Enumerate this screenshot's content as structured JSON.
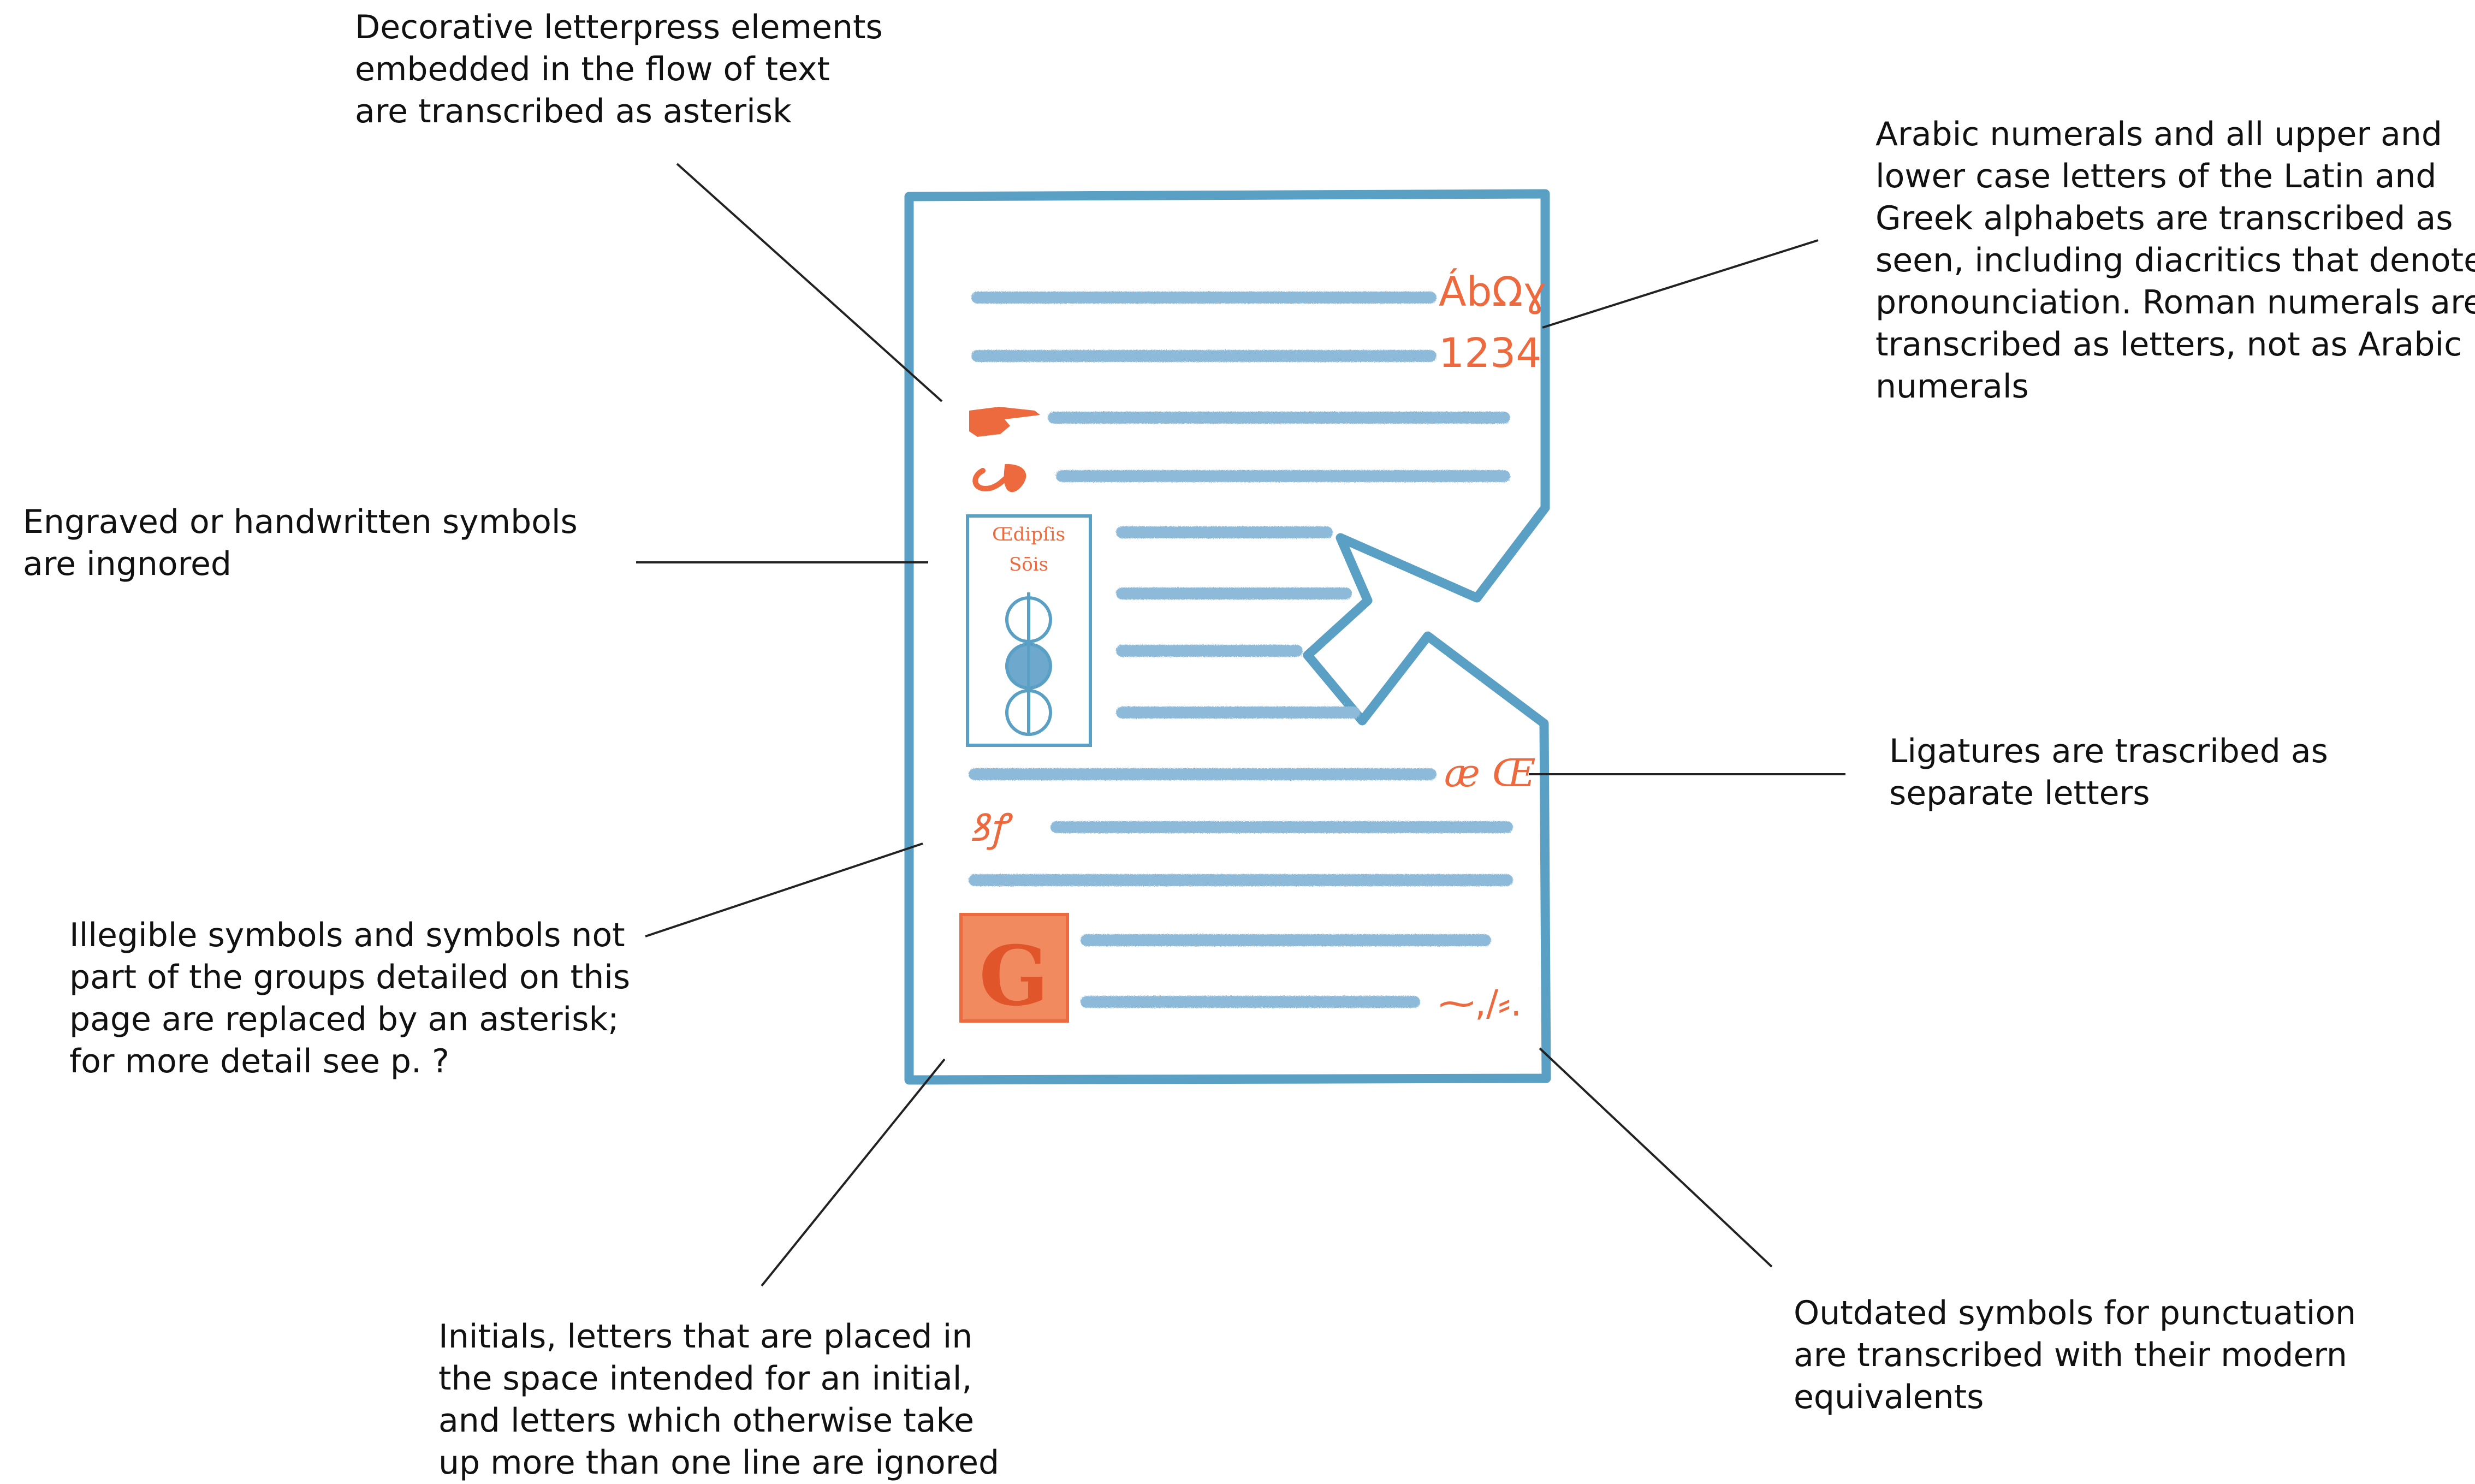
{
  "annotations": [
    {
      "id": "decorative",
      "lines": [
        "Decorative letterpress elements",
        "embedded in the flow of text",
        "are transcribed as asterisk"
      ]
    },
    {
      "id": "arabic",
      "lines": [
        "Arabic numerals and all upper and",
        "lower case letters of the Latin and",
        "Greek alphabets are transcribed as",
        "seen, including diacritics that denote",
        "pronounciation. Roman numerals are",
        "transcribed as letters, not as Arabic",
        "numerals"
      ]
    },
    {
      "id": "engraved",
      "lines": [
        "Engraved or handwritten symbols",
        "are ingnored"
      ]
    },
    {
      "id": "ligatures",
      "lines": [
        "Ligatures are trascribed as",
        "separate letters"
      ]
    },
    {
      "id": "illegible",
      "lines": [
        "Illegible symbols and symbols not",
        "part of the groups detailed on this",
        "page are replaced by an asterisk;",
        "for more detail see p. ?"
      ]
    },
    {
      "id": "initials",
      "lines": [
        "Initials, letters that are placed in",
        "the space intended for an initial,",
        "and letters which otherwise take",
        "up more than one line are ignored"
      ]
    },
    {
      "id": "punctuation",
      "lines": [
        "Outdated symbols for punctuation",
        "are transcribed with their modern",
        "equivalents"
      ]
    }
  ],
  "illustration": {
    "greek_sample": "ÁbΩɣ",
    "numeral_sample": "1234",
    "engraving_line1": "Œdipſis",
    "engraving_line2": "Sōis",
    "ligature_sample_right": "æ Œ",
    "ligature_sample_left": "ꝸꝭ",
    "initial_letter": "G",
    "punctuation_sample": "⁓,/⸗.",
    "colors": {
      "outline": "#5a9fc4",
      "accent": "#ec6a3e",
      "text_lines": "#8cbad8"
    }
  }
}
